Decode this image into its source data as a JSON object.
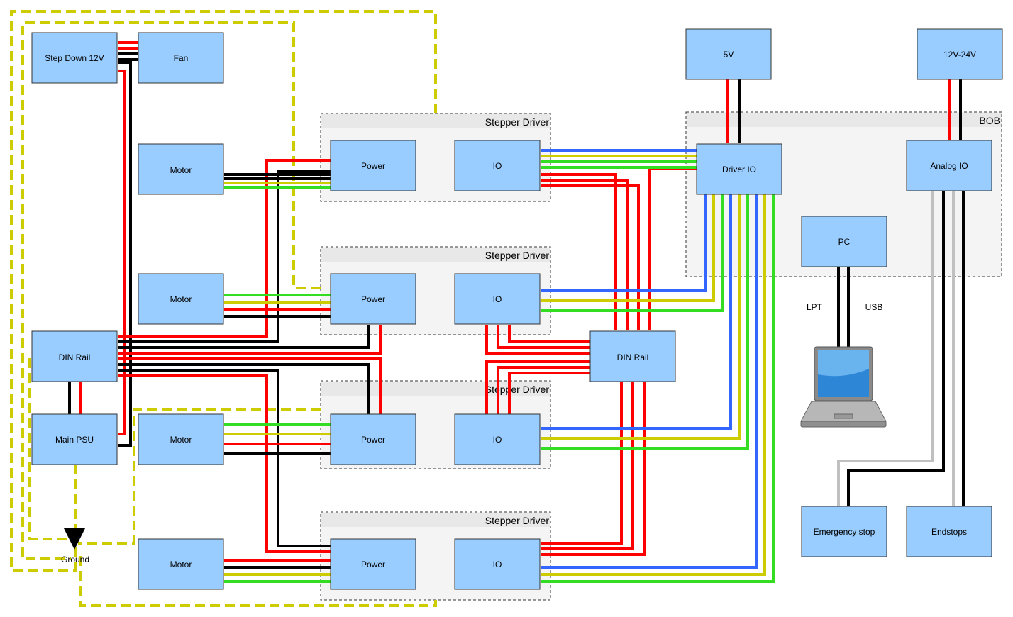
{
  "groups": {
    "driver1_title": "Stepper Driver",
    "driver2_title": "Stepper Driver",
    "driver3_title": "Stepper Driver",
    "driver4_title": "Stepper Driver",
    "bob_title": "BOB"
  },
  "boxes": {
    "step_down": "Step Down 12V",
    "fan": "Fan",
    "motor1": "Motor",
    "motor2": "Motor",
    "motor3": "Motor",
    "motor4": "Motor",
    "din_rail_left": "DIN Rail",
    "main_psu": "Main PSU",
    "power1": "Power",
    "io1": "IO",
    "power2": "Power",
    "io2": "IO",
    "power3": "Power",
    "io3": "IO",
    "power4": "Power",
    "io4": "IO",
    "din_rail_center": "DIN Rail",
    "supply_5v": "5V",
    "supply_12_24v": "12V-24V",
    "driver_io": "Driver IO",
    "analog_io": "Analog IO",
    "pc": "PC",
    "emergency_stop": "Emergency stop",
    "endstops": "Endstops"
  },
  "labels": {
    "lpt": "LPT",
    "usb": "USB",
    "ground": "Ground"
  },
  "icons": {
    "laptop": "laptop-icon",
    "ground": "ground-symbol-icon"
  },
  "colors": {
    "box_fill": "#99ccff",
    "group_fill": "#f4f4f4",
    "wire_red": "#ff0000",
    "wire_black": "#000000",
    "wire_blue": "#3366ff",
    "wire_yellow": "#cccc00",
    "wire_green": "#33dd22",
    "wire_gray": "#c0c0c0",
    "ground_dash": "#cccc00"
  }
}
